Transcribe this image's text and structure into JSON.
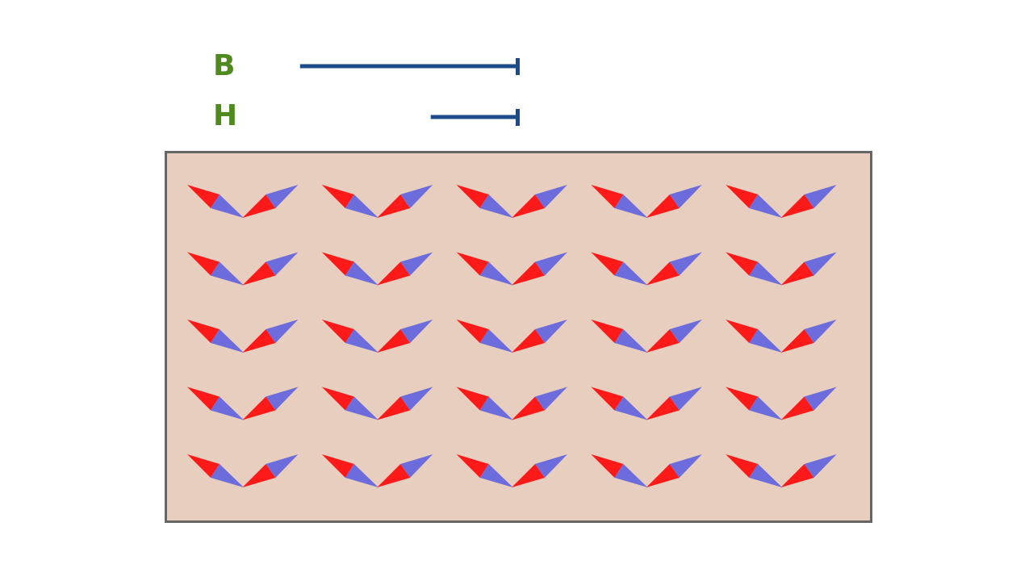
{
  "labels": {
    "b": "B",
    "h": "H"
  },
  "colors": {
    "label": "#4e8a1e",
    "vector": "#1c4a8a",
    "material": "#e8cebf",
    "border": "#666666",
    "north": "#ff1a1a",
    "south": "#6c6cdc"
  },
  "field": {
    "b_magnitude": 0.53,
    "h_magnitude": 0.21
  },
  "domains": {
    "rows": 5,
    "columns": 10,
    "pattern": [
      "tilted-down-right",
      "tilted-up-right"
    ]
  }
}
